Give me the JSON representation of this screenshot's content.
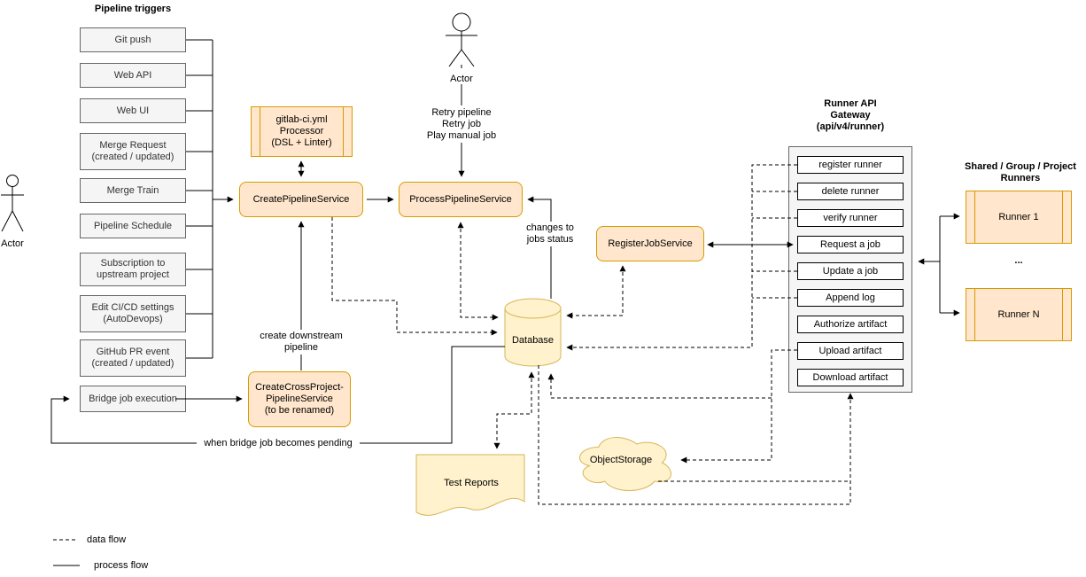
{
  "colors": {
    "service_fill": "#ffe6cc",
    "service_border": "#d79b00",
    "storage_fill": "#fff2cc",
    "storage_border": "#d6b656",
    "trigger_fill": "#f5f5f5",
    "trigger_border": "#666666",
    "line": "#000000"
  },
  "actors": {
    "left": "Actor",
    "top": "Actor"
  },
  "pipeline_triggers": {
    "title": "Pipeline triggers",
    "items": [
      "Git push",
      "Web API",
      "Web UI",
      "Merge Request\n(created / updated)",
      "Merge Train",
      "Pipeline Schedule",
      "Subscription to\nupstream project",
      "Edit CI/CD settings\n(AutoDevops)",
      "GitHub PR event\n(created / updated)",
      "Bridge job execution"
    ]
  },
  "services": {
    "processor": "gitlab-ci.yml\nProcessor\n(DSL + Linter)",
    "create_pipeline": "CreatePipelineService",
    "process_pipeline": "ProcessPipelineService",
    "register_job": "RegisterJobService",
    "create_cross_project": "CreateCrossProject-\nPipelineService\n(to be renamed)"
  },
  "storage": {
    "database": "Database",
    "object_storage": "ObjectStorage",
    "test_reports": "Test Reports"
  },
  "gateway": {
    "title": "Runner API\nGateway\n(api/v4/runner)",
    "endpoints": [
      "register runner",
      "delete runner",
      "verify runner",
      "Request a job",
      "Update a job",
      "Append log",
      "Authorize artifact",
      "Upload artifact",
      "Download artifact"
    ]
  },
  "runners": {
    "title": "Shared / Group / Project\nRunners",
    "runner_1": "Runner 1",
    "ellipsis": "...",
    "runner_n": "Runner N"
  },
  "edge_labels": {
    "retry": "Retry pipeline\nRetry job\nPlay manual job",
    "changes": "changes to\njobs status",
    "create_downstream": "create downstream\npipeline",
    "when_bridge": "when bridge job becomes pending"
  },
  "legend": {
    "data_flow": "data flow",
    "process_flow": "process flow"
  }
}
